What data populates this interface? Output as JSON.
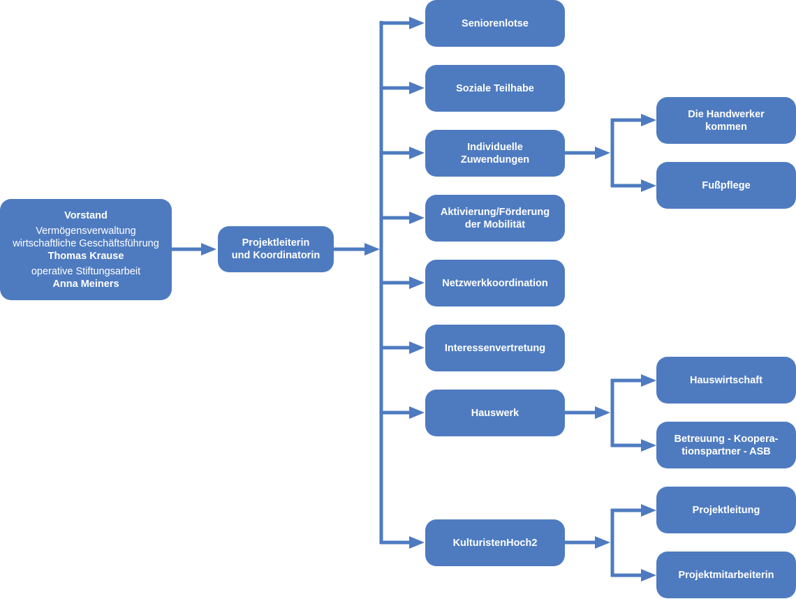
{
  "colors": {
    "box": "#4e7bc0",
    "connector": "#4e7bc0",
    "text": "#ffffff"
  },
  "vorstand": {
    "title": "Vorstand",
    "line1": "Vermögensverwaltung",
    "line2": "wirtschaftliche Geschäftsführung",
    "person1": "Thomas Krause",
    "line3": "operative Stiftungsarbeit",
    "person2": "Anna Meiners"
  },
  "projektleiterin": {
    "line1": "Projektleiterin",
    "line2": "und Koordinatorin"
  },
  "departments": [
    {
      "line1": "Seniorenlotse"
    },
    {
      "line1": "Soziale Teilhabe"
    },
    {
      "line1": "Individuelle",
      "line2": "Zuwendungen"
    },
    {
      "line1": "Aktivierung/Förderung",
      "line2": "der Mobilität"
    },
    {
      "line1": "Netzwerkkoordination"
    },
    {
      "line1": "Interessenvertretung"
    },
    {
      "line1": "Hauswerk"
    },
    {
      "line1": "KulturistenHoch2"
    }
  ],
  "subunits": {
    "zuwendungen": [
      {
        "line1": "Die Handwerker",
        "line2": "kommen"
      },
      {
        "line1": "Fußpflege"
      }
    ],
    "hauswerk": [
      {
        "line1": "Hauswirtschaft"
      },
      {
        "line1": "Betreuung - Kooperа-",
        "line2": "tionspartner - ASB"
      }
    ],
    "kulturisten": [
      {
        "line1": "Projektleitung"
      },
      {
        "line1": "Projektmitarbeiterin"
      }
    ]
  }
}
